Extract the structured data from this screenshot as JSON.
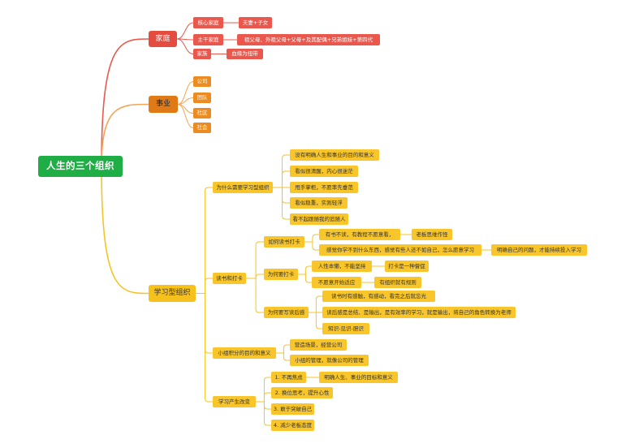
{
  "root": {
    "label": "人生的三个组织"
  },
  "family": {
    "label": "家庭",
    "children": [
      {
        "label": "核心家庭",
        "children": [
          {
            "label": "夫妻+子女"
          }
        ]
      },
      {
        "label": "主干家庭",
        "children": [
          {
            "label": "祖父母、外祖父母+父母+及其配偶+兄弟姐妹+第四代"
          }
        ]
      },
      {
        "label": "家族",
        "children": [
          {
            "label": "血缘为纽带"
          }
        ]
      }
    ]
  },
  "career": {
    "label": "事业",
    "children": [
      {
        "label": "公司"
      },
      {
        "label": "团队"
      },
      {
        "label": "社区"
      },
      {
        "label": "社会"
      }
    ]
  },
  "learning": {
    "label": "学习型组织",
    "children": [
      {
        "label": "为什么需要学习型组织",
        "children": [
          {
            "label": "没有明确人生和事业的目的和意义"
          },
          {
            "label": "看似很清醒，内心很迷茫"
          },
          {
            "label": "甩手掌柜，不愿率先垂范"
          },
          {
            "label": "看似稳重，实则轻浮"
          },
          {
            "label": "看不起跟随我的追随人"
          }
        ]
      },
      {
        "label": "读书和打卡",
        "children": [
          {
            "label": "如何读书打卡",
            "children": [
              {
                "label": "有书不读，有教程不愿意看，",
                "children": [
                  {
                    "label": "老板思维作怪"
                  }
                ]
              },
              {
                "label": "感觉你学不到什么东西，感觉有些人还不如自己，怎么愿意学习",
                "children": [
                  {
                    "label": "明确自己的问题，才能持续投入学习"
                  }
                ]
              }
            ]
          },
          {
            "label": "为何要打卡",
            "children": [
              {
                "label": "人性本懒，不能坚持",
                "children": [
                  {
                    "label": "打卡是一种督促"
                  }
                ]
              },
              {
                "label": "不愿意开始适应",
                "children": [
                  {
                    "label": "有组织就有规则"
                  }
                ]
              }
            ]
          },
          {
            "label": "为何要写读后感",
            "children": [
              {
                "label": "读书时有感触，有感动，看完之后就忘光"
              },
              {
                "label": "读后感是总结、是输出，是有效率的学习，就是输出，将自己的角色转换为老师"
              },
              {
                "label": "知识-见识-胆识"
              }
            ]
          }
        ]
      },
      {
        "label": "小组积分的目的和意义",
        "children": [
          {
            "label": "营造场景，经营公司"
          },
          {
            "label": "小组的管理，就像公司的管理"
          }
        ]
      },
      {
        "label": "学习产生改变",
        "children": [
          {
            "label": "1. 不再焦虑",
            "children": [
              {
                "label": "明确人生、事业的目标和意义"
              }
            ]
          },
          {
            "label": "2. 换位思考，提升心性"
          },
          {
            "label": "3. 敢于突破自己"
          },
          {
            "label": "4. 减少老板态度"
          }
        ]
      }
    ]
  },
  "colors": {
    "background": "#ffffff",
    "root": {
      "fill": "#1fae46",
      "text": "#ffffff"
    },
    "family": {
      "main": "#e44c40",
      "sub": "#ea584d",
      "line": "#e85a4f",
      "text": "#ffffff",
      "main_text": "#ffffff"
    },
    "career": {
      "main": "#df7a17",
      "sub": "#eb8b20",
      "line": "#f2a556",
      "text": "#ffffff",
      "main_text": "#222222"
    },
    "learning": {
      "main": "#f6c11c",
      "sub": "#f8c62b",
      "line": "#f5c426",
      "text": "#333333",
      "main_text": "#333333"
    }
  }
}
